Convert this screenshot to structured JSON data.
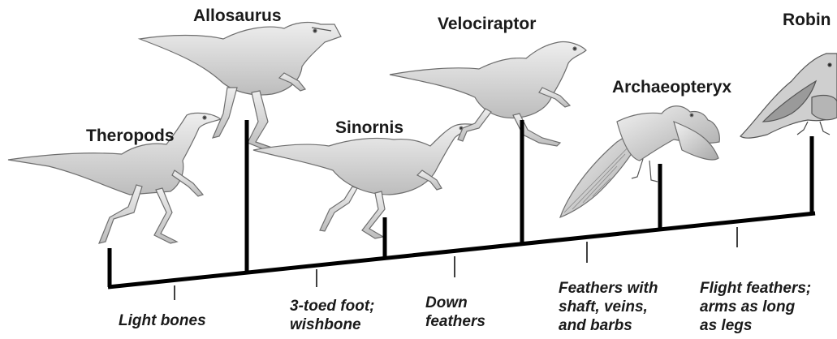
{
  "taxa": {
    "theropods": "Theropods",
    "allosaurus": "Allosaurus",
    "sinornis": "Sinornis",
    "velociraptor": "Velociraptor",
    "archaeopteryx": "Archaeopteryx",
    "robin": "Robin"
  },
  "traits": {
    "light_bones": [
      "Light bones"
    ],
    "three_toed_foot": [
      "3-toed foot;",
      "wishbone"
    ],
    "down_feathers": [
      "Down",
      "feathers"
    ],
    "feathers_shaft": [
      "Feathers with",
      "shaft, veins,",
      "and barbs"
    ],
    "flight_feathers": [
      "Flight feathers;",
      "arms as long",
      "as legs"
    ]
  },
  "colors": {
    "line": "#000000",
    "text": "#1a1a1a",
    "illustration_fill": "#d6d6d6",
    "illustration_stroke": "#6e6e6e"
  }
}
